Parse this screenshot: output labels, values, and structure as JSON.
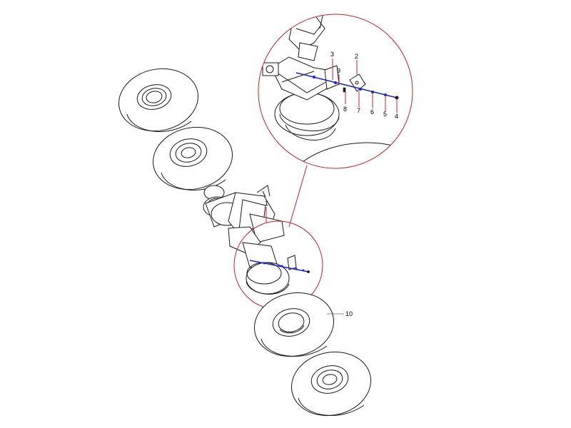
{
  "diagram": {
    "callouts": [
      {
        "id": "1",
        "label": "1"
      },
      {
        "id": "2",
        "label": "2"
      },
      {
        "id": "3",
        "label": "3"
      },
      {
        "id": "4",
        "label": "4"
      },
      {
        "id": "5",
        "label": "5"
      },
      {
        "id": "6",
        "label": "6"
      },
      {
        "id": "7",
        "label": "7"
      },
      {
        "id": "8",
        "label": "8"
      },
      {
        "id": "9",
        "label": "9"
      },
      {
        "id": "10",
        "label": "10"
      }
    ],
    "colors": {
      "detail_circle": "#c8202a",
      "hose_line": "#1a24c8",
      "ink": "#1a1a1a"
    }
  }
}
